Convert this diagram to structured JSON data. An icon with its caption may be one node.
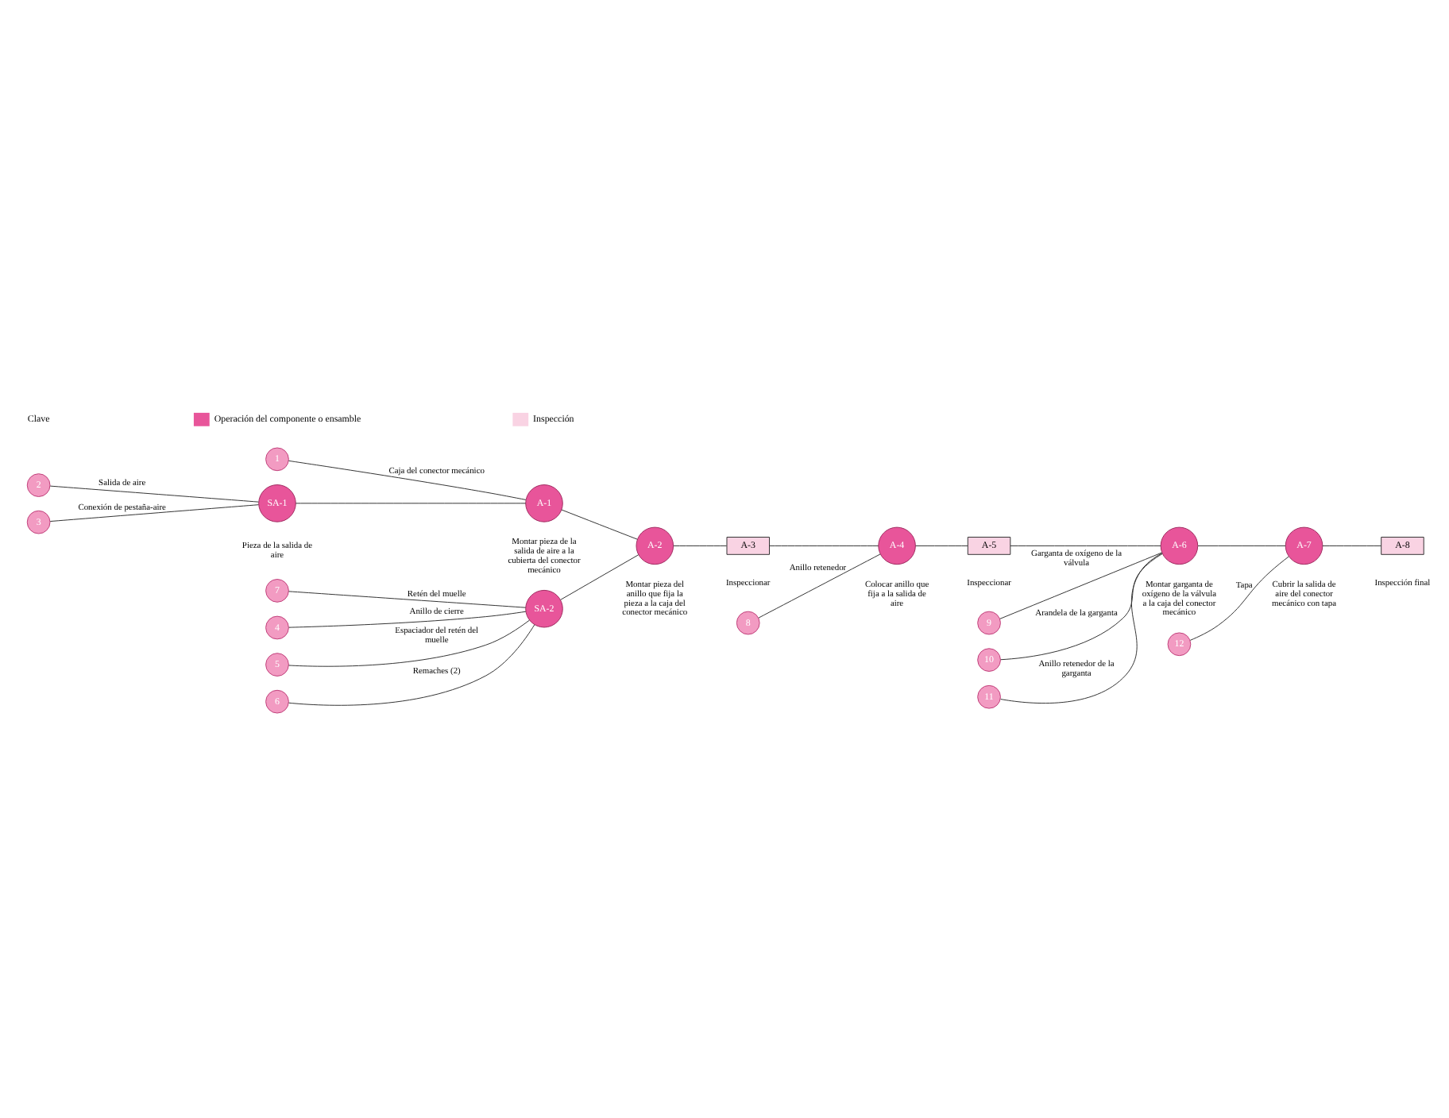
{
  "diagram": {
    "nodes": [
      {
        "text": [
          "1"
        ]
      },
      {
        "text": [
          "2"
        ]
      },
      {
        "text": [
          "3"
        ]
      },
      {
        "text": [
          "4"
        ]
      },
      {
        "text": [
          "5"
        ]
      },
      {
        "text": [
          "6"
        ]
      },
      {
        "text": [
          "7"
        ]
      },
      {
        "text": [
          "8"
        ]
      },
      {
        "text": [
          "9"
        ]
      },
      {
        "text": [
          "10"
        ]
      },
      {
        "text": [
          "11"
        ]
      },
      {
        "text": [
          "12"
        ]
      },
      {
        "text": [
          "SA-1"
        ],
        "beside": [
          "Pieza de la salida de aire"
        ]
      },
      {
        "text": [
          "A-1"
        ],
        "beside": [
          "Montar pieza de la salida de aire a la cubierta del conector mecánico"
        ]
      },
      {
        "text": [
          "SA-2"
        ]
      },
      {
        "text": [
          "A-2"
        ],
        "beside": [
          "Montar pieza del anillo que fija la pieza a la caja del conector mecánico"
        ]
      },
      {
        "text": [
          "A-3"
        ],
        "beside": [
          "Inspeccionar"
        ]
      },
      {
        "text": [
          "A-4"
        ],
        "beside": [
          "Colocar anillo que fija a la salida de aire"
        ]
      },
      {
        "text": [
          "A-5"
        ],
        "beside": [
          "Inspeccionar"
        ]
      },
      {
        "text": [
          "A-6"
        ],
        "beside": [
          "Montar garganta de oxígeno de la válvula a la caja del conector mecánico"
        ]
      },
      {
        "text": [
          "A-7"
        ],
        "beside": [
          "Cubrir la salida de aire del conector mecánico con tapa"
        ]
      },
      {
        "text": [
          "A-8"
        ],
        "beside": [
          "Inspección final"
        ]
      }
    ],
    "edges": [
      {
        "from": 0,
        "to": 13,
        "arrow": "none",
        "label": "Caja del conector mecánico"
      },
      {
        "from": 1,
        "to": 12,
        "arrow": "none",
        "label": "Salida de aire"
      },
      {
        "from": 2,
        "to": 12,
        "arrow": "none",
        "label": "Conexión de pestaña-aire"
      },
      {
        "from": 12,
        "to": 13,
        "arrow": "none"
      },
      {
        "from": 3,
        "to": 14,
        "arrow": "none",
        "label": "Anillo de cierre"
      },
      {
        "from": 4,
        "to": 14,
        "arrow": "none",
        "label": "Espaciador del retén del muelle"
      },
      {
        "from": 5,
        "to": 14,
        "arrow": "none",
        "label": "Remaches (2)"
      },
      {
        "from": 6,
        "to": 14,
        "arrow": "none",
        "label": "Retén del muelle"
      },
      {
        "from": 14,
        "to": 15,
        "arrow": "none"
      },
      {
        "from": 13,
        "to": 15,
        "arrow": "none"
      },
      {
        "from": 15,
        "to": 16,
        "arrow": "none"
      },
      {
        "from": 16,
        "to": 17,
        "arrow": "none"
      },
      {
        "from": 7,
        "to": 17,
        "arrow": "none",
        "label": "Anillo retenedor"
      },
      {
        "from": 17,
        "to": 18,
        "arrow": "none"
      },
      {
        "from": 18,
        "to": 19,
        "arrow": "none"
      },
      {
        "from": 8,
        "to": 19,
        "arrow": "none",
        "label": "Garganta de oxígeno de la válvula"
      },
      {
        "from": 9,
        "to": 19,
        "arrow": "none",
        "label": "Arandela de la garganta"
      },
      {
        "from": 10,
        "to": 19,
        "arrow": "none",
        "label": "Anillo retenedor de la garganta"
      },
      {
        "from": 19,
        "to": 20,
        "arrow": "none"
      },
      {
        "from": 11,
        "to": 20,
        "arrow": "none",
        "label": "Tapa"
      },
      {
        "from": 20,
        "to": 21,
        "arrow": "none"
      }
    ],
    "labels": [
      "Clave"
    ],
    "legend": [
      {
        "text": "Operación del componente o ensamble",
        "color": "#e8559a"
      },
      {
        "text": "Inspección",
        "color": "#f9d3e3"
      }
    ]
  }
}
